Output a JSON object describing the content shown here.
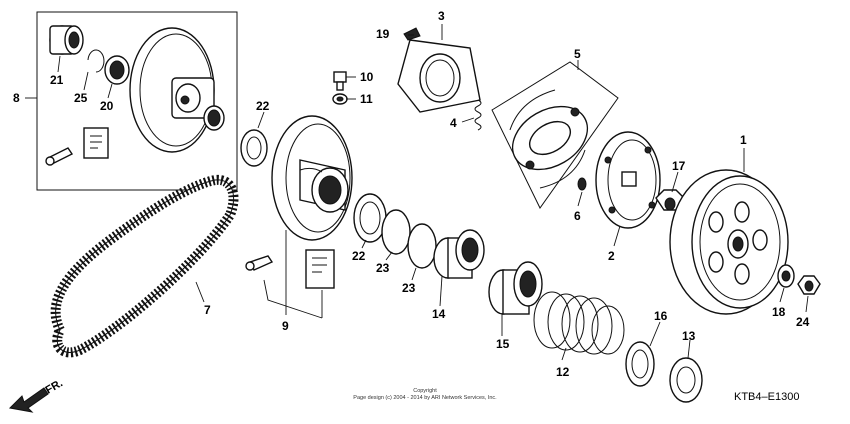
{
  "callouts": [
    "1",
    "2",
    "3",
    "4",
    "5",
    "6",
    "7",
    "8",
    "9",
    "10",
    "11",
    "12",
    "13",
    "14",
    "15",
    "16",
    "17",
    "18",
    "19",
    "20",
    "21",
    "22",
    "23",
    "23",
    "24",
    "25",
    "22"
  ],
  "copyright_line1": "Copyright",
  "copyright_line2": "Page design (c) 2004 - 2014 by ARI Network Services, Inc.",
  "diagram_code": "KTB4–E1300",
  "front_marker": "FR."
}
